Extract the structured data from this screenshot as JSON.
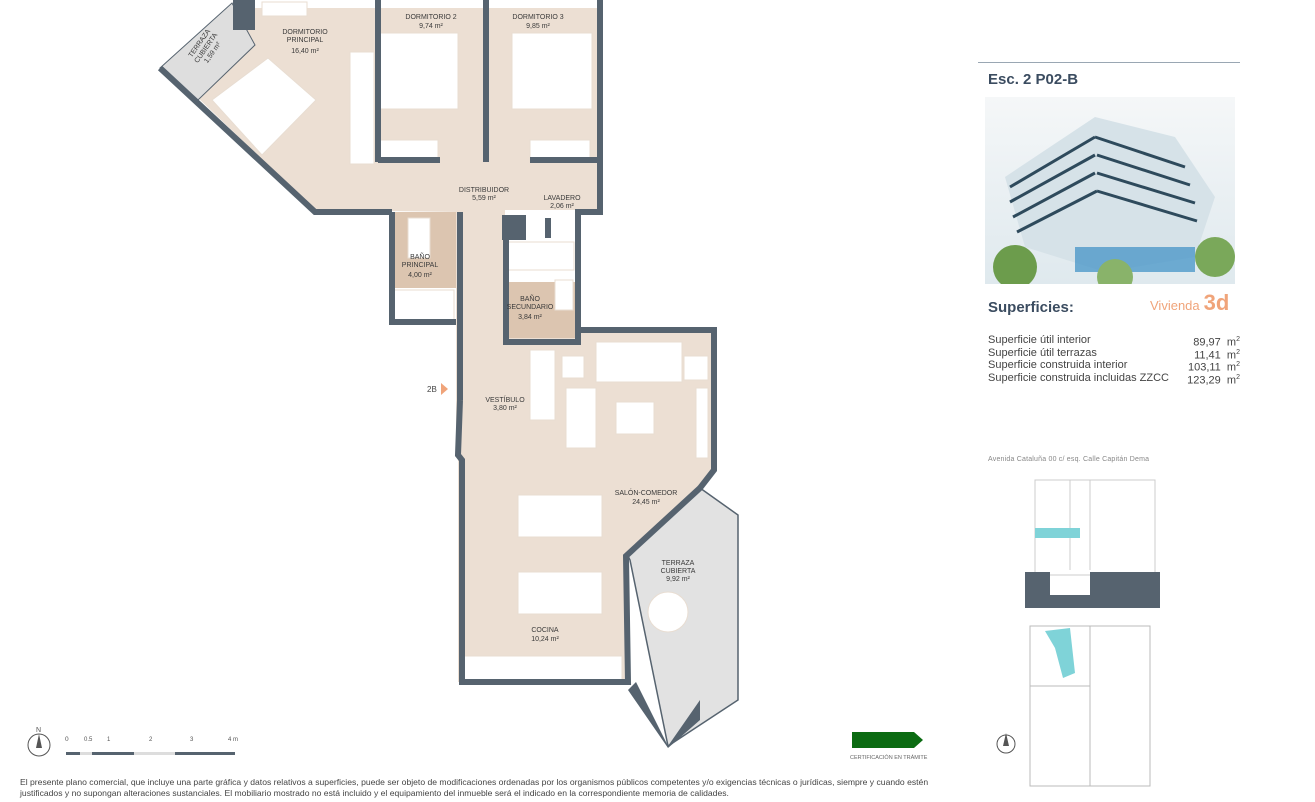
{
  "unit": {
    "title": "Esc. 2 P02-B",
    "type_label": "Vivienda",
    "type_value": "3d"
  },
  "surfaces": {
    "heading": "Superficies:",
    "rows": [
      {
        "label": "Superficie útil interior",
        "value": "89,97",
        "unit": "m"
      },
      {
        "label": "Superficie útil terrazas",
        "value": "11,41",
        "unit": "m"
      },
      {
        "label": "Superficie construida interior",
        "value": "103,11",
        "unit": "m"
      },
      {
        "label": "Superficie construida incluidas ZZCC",
        "value": "123,29",
        "unit": "m"
      }
    ]
  },
  "address_line": "Avenida Cataluña 00 c/ esq. Calle Capitán Dema",
  "rooms": {
    "terraza_small": [
      "TERRAZA",
      "CUBIERTA",
      "1,59 m²"
    ],
    "dormitorio_principal": [
      "DORMITORIO",
      "PRINCIPAL",
      "16,40 m²"
    ],
    "dormitorio2": [
      "DORMITORIO 2",
      "9,74 m²"
    ],
    "dormitorio3": [
      "DORMITORIO 3",
      "9,85 m²"
    ],
    "distribuidor": [
      "DISTRIBUIDOR",
      "5,59 m²"
    ],
    "lavadero": [
      "LAVADERO",
      "2,06 m²"
    ],
    "bano_principal": [
      "BAÑO",
      "PRINCIPAL",
      "4,00 m²"
    ],
    "bano_secundario": [
      "BAÑO",
      "SECUNDARIO",
      "3,84 m²"
    ],
    "vestibulo": [
      "VESTÍBULO",
      "3,80 m²"
    ],
    "salon": [
      "SALÓN-COMEDOR",
      "24,45 m²"
    ],
    "terraza_big": [
      "TERRAZA",
      "CUBIERTA",
      "9,92 m²"
    ],
    "cocina": [
      "COCINA",
      "10,24 m²"
    ]
  },
  "entrance_label": "2B",
  "north_label": "N",
  "scale_ticks": [
    "0",
    "0.5",
    "1",
    "2",
    "3",
    "4 m"
  ],
  "certification_label": "CERTIFICACIÓN EN TRÁMITE",
  "footer_text": "El presente plano comercial, que incluye una parte gráfica y datos relativos a superficies, puede ser objeto de modificaciones ordenadas por los organismos públicos competentes y/o exigencias técnicas o jurídicas, siempre y cuando estén justificados y no supongan alteraciones sustanciales. El mobiliario mostrado no está incluido y el equipamiento del inmueble será el indicado en la correspondiente memoria de calidades.",
  "colors": {
    "wall": "#56636f",
    "floor": "#ecdfd3",
    "wet": "#dcc5b0",
    "terrace": "#dedede",
    "accent": "#f0a47a",
    "title": "#3b4c60",
    "highlight": "#7fd3d8",
    "cert": "#0b6b12"
  }
}
